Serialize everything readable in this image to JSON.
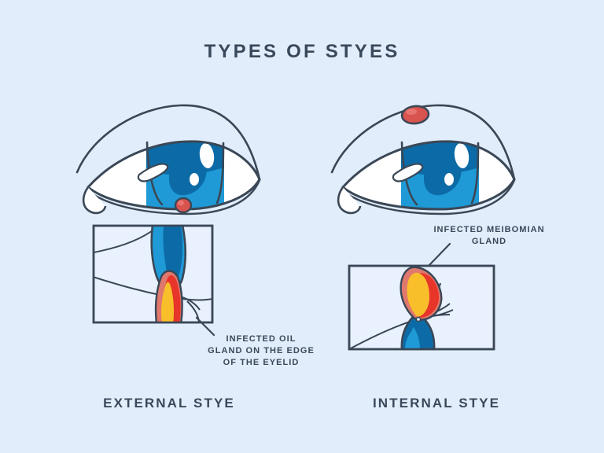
{
  "poster": {
    "title": "TYPES OF STYES",
    "background_color": "#e2edfb",
    "text_color": "#39485a"
  },
  "panels": [
    {
      "id": "external",
      "caption": "EXTERNAL STYE",
      "annotation": "INFECTED OIL\nGLAND ON THE EDGE\nOF THE EYELID",
      "stye_location": "lower-eyelid-margin"
    },
    {
      "id": "internal",
      "caption": "INTERNAL STYE",
      "annotation": "INFECTED MEIBOMIAN\nGLAND",
      "stye_location": "upper-eyelid-inner"
    }
  ],
  "palette": {
    "outline": "#3a4756",
    "iris_dark": "#0c6ba6",
    "iris_light": "#1f9ad7",
    "sclera": "#ffffff",
    "highlight": "#ffffff",
    "stye_red": "#d9534f",
    "gland_salmon": "#e0786d",
    "gland_red": "#e8352a",
    "gland_yellow": "#f9bf2b"
  }
}
